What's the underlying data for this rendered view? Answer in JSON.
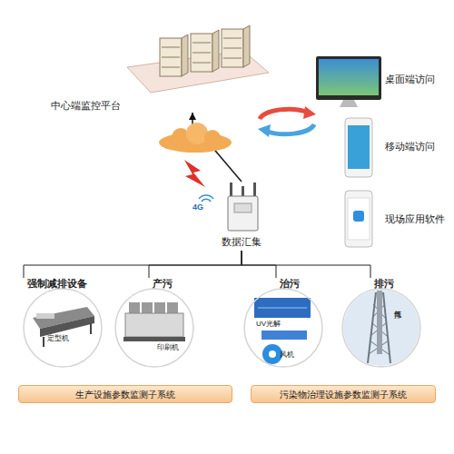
{
  "diagram": {
    "nodes": [
      {
        "text": [
          "中心端监控平台"
        ]
      },
      {
        "text": [
          "桌面端访问"
        ]
      },
      {
        "text": [
          "移动端访问"
        ]
      },
      {
        "text": [
          "现场应用软件"
        ]
      },
      {
        "text": [
          "数据汇集"
        ]
      },
      {
        "text": [
          "强制减排设备",
          "定型机"
        ]
      },
      {
        "text": [
          "产污",
          "印刷机"
        ]
      },
      {
        "text": [
          "治污",
          "UV光解",
          "风机"
        ]
      },
      {
        "text": [
          "排污",
          "排气筒"
        ]
      },
      {
        "text": [
          "生产设施参数监测子系统"
        ]
      },
      {
        "text": [
          "污染物治理设施参数监测子系统"
        ]
      }
    ],
    "edges": [
      {
        "from": 4,
        "to": 0,
        "arrow": "to"
      },
      {
        "from": 4,
        "to": 5,
        "arrow": "none"
      },
      {
        "from": 4,
        "to": 6,
        "arrow": "none"
      },
      {
        "from": 4,
        "to": 7,
        "arrow": "none"
      },
      {
        "from": 4,
        "to": 8,
        "arrow": "none"
      }
    ],
    "labels": [
      "4G"
    ]
  }
}
